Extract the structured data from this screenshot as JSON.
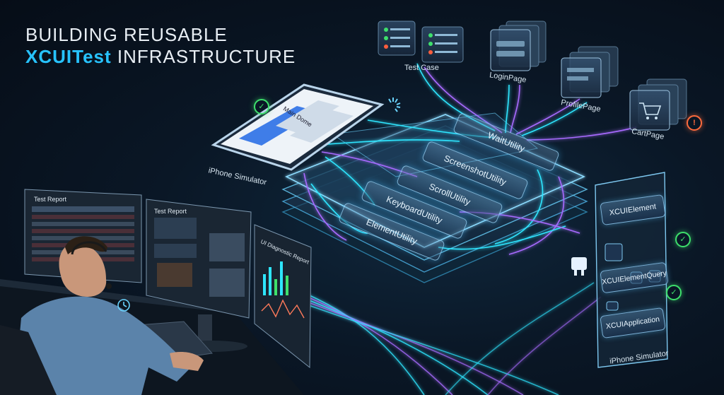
{
  "title": {
    "line1": "BUILDING REUSABLE",
    "line2_accent": "XCUITest",
    "line2_rest": " INFRASTRUCTURE"
  },
  "top_labels": {
    "test_case": "Test Case",
    "login_page": "LoginPage",
    "profile_page": "ProfilePage",
    "cart_page": "CartPage"
  },
  "phone": {
    "screen_title": "Main Dome",
    "caption": "iPhone Simulator"
  },
  "utilities": [
    "WaitUtility",
    "ScreenshotUtility",
    "ScrollUtility",
    "KeyboardUtility",
    "ElementUtility"
  ],
  "side_panel": {
    "items": [
      "XCUIElement",
      "XCUIElementQuery",
      "XCUIApplication"
    ],
    "caption": "iPhone Simulator"
  },
  "reports": {
    "left": "Test Report",
    "middle": "Test Report",
    "right": "UI Diagnostic Report"
  },
  "colors": {
    "accent": "#27c3ff",
    "cyan_flow": "#2ee6ff",
    "purple_flow": "#a86bff",
    "ok": "#3ee06c",
    "warn": "#ff6b3d"
  }
}
